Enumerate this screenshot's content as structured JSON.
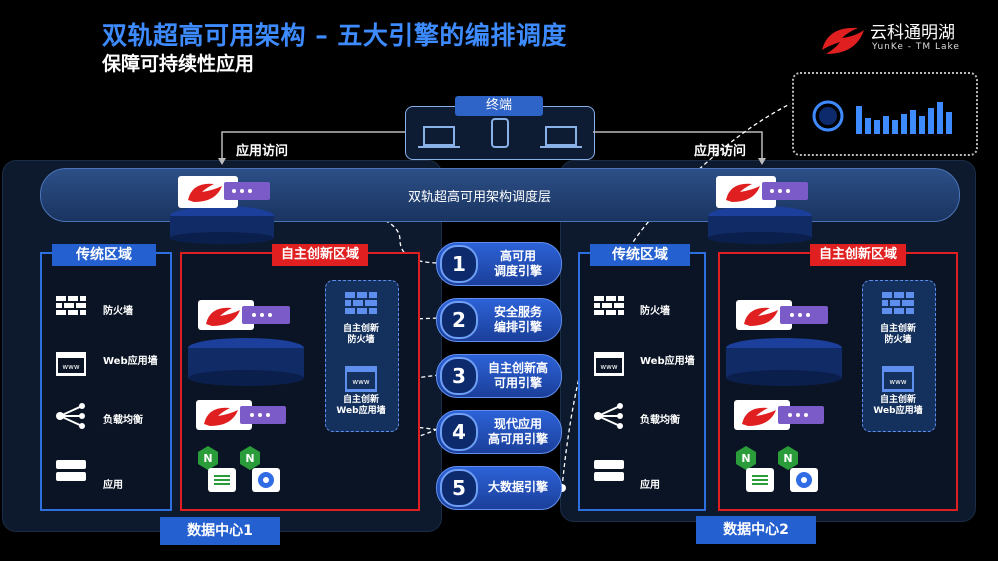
{
  "header": {
    "title": "双轨超高可用架构 – 五大引擎的编排调度",
    "subtitle": "保障可持续性应用"
  },
  "logo": {
    "name": "云科通明湖",
    "sub": "YunKe - TM Lake"
  },
  "terminal": {
    "label": "终端"
  },
  "access": {
    "left": "应用访问",
    "right": "应用访问"
  },
  "schedule_layer": {
    "label": "双轨超高可用架构调度层"
  },
  "datacenters": [
    {
      "label": "数据中心1",
      "traditional_zone": {
        "label": "传统区域",
        "items": [
          "防火墙",
          "Web应用墙",
          "负载均衡",
          "应用"
        ]
      },
      "innovation_zone": {
        "label": "自主创新区域",
        "cards": [
          "自主创新\n防火墙",
          "自主创新\nWeb应用墙"
        ]
      }
    },
    {
      "label": "数据中心2",
      "traditional_zone": {
        "label": "传统区域",
        "items": [
          "防火墙",
          "Web应用墙",
          "负载均衡",
          "应用"
        ]
      },
      "innovation_zone": {
        "label": "自主创新区域",
        "cards": [
          "自主创新\n防火墙",
          "自主创新\nWeb应用墙"
        ]
      }
    }
  ],
  "engines": [
    {
      "num": "1",
      "label": "高可用\n调度引擎"
    },
    {
      "num": "2",
      "label": "安全服务\n编排引擎"
    },
    {
      "num": "3",
      "label": "自主创新高\n可用引擎"
    },
    {
      "num": "4",
      "label": "现代应用\n高可用引擎"
    },
    {
      "num": "5",
      "label": "大数据引擎"
    }
  ],
  "colors": {
    "accent_blue": "#2560d0",
    "accent_red": "#e02020",
    "title_blue": "#3d8bff",
    "background": "#000000"
  },
  "icons": {
    "traditional": [
      "firewall-icon",
      "web-window-icon",
      "load-balancer-icon",
      "app-server-icon"
    ],
    "innovation_bottom": [
      "nginx-icon",
      "kubernetes-icon"
    ]
  }
}
